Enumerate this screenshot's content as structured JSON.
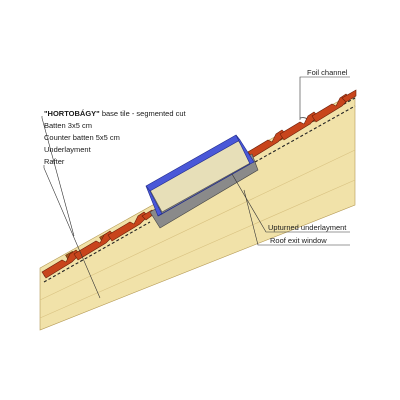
{
  "labels": {
    "foil_channel": "Foil channel",
    "title_quoted": "\"HORTOBÁGY\"",
    "title_rest": " base tile - segmented cut",
    "batten": "Batten 3x5 cm",
    "counter_batten": "Counter batten 5x5 cm",
    "underlayment": "Underlayment",
    "rafter": "Rafter",
    "upturned_underlayment": "Upturned underlayment",
    "roof_exit_window": "Roof exit window"
  },
  "colors": {
    "tile": "#c8451c",
    "rafter": "#f1e2a9",
    "window_frame": "#4a58d8",
    "window_glass": "#e7dfb8",
    "flashing": "#8a8a8a"
  }
}
